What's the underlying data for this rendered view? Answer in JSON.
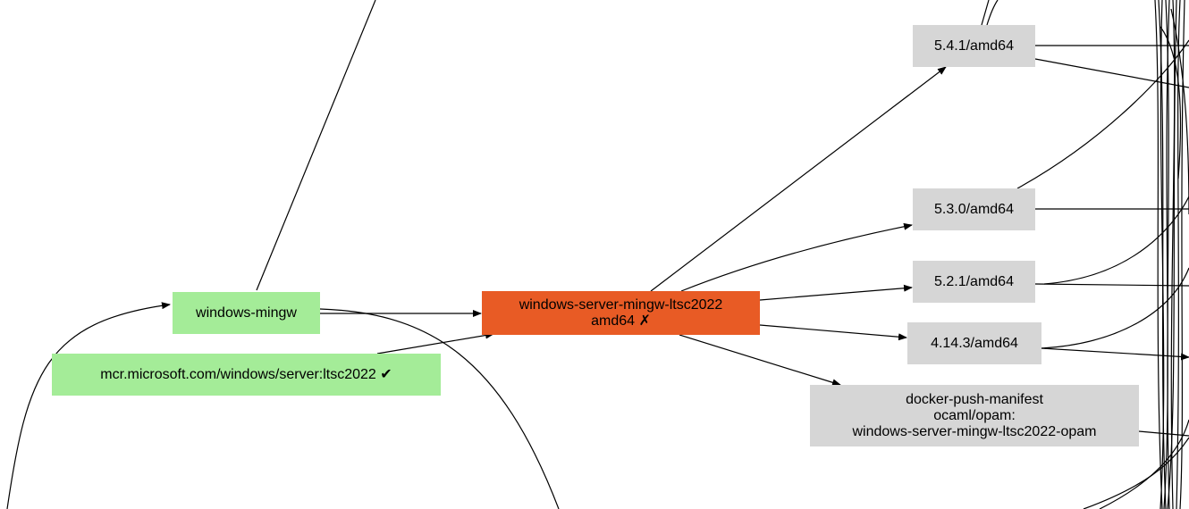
{
  "nodes": {
    "windows_mingw": {
      "label": "windows-mingw",
      "color": "#a4ec98"
    },
    "mcr_base": {
      "label": "mcr.microsoft.com/windows/server:ltsc2022 ✔",
      "color": "#a4ec98"
    },
    "ltsc_build": {
      "line1": "windows-server-mingw-ltsc2022",
      "line2": "amd64 ✗",
      "color": "#e85b25"
    },
    "v541": {
      "label": "5.4.1/amd64",
      "color": "#d6d6d6"
    },
    "v530": {
      "label": "5.3.0/amd64",
      "color": "#d6d6d6"
    },
    "v521": {
      "label": "5.2.1/amd64",
      "color": "#d6d6d6"
    },
    "v4143": {
      "label": "4.14.3/amd64",
      "color": "#d6d6d6"
    },
    "push_manifest": {
      "line1": "docker-push-manifest",
      "line2": "ocaml/opam:",
      "line3": "windows-server-mingw-ltsc2022-opam",
      "color": "#d6d6d6"
    }
  }
}
